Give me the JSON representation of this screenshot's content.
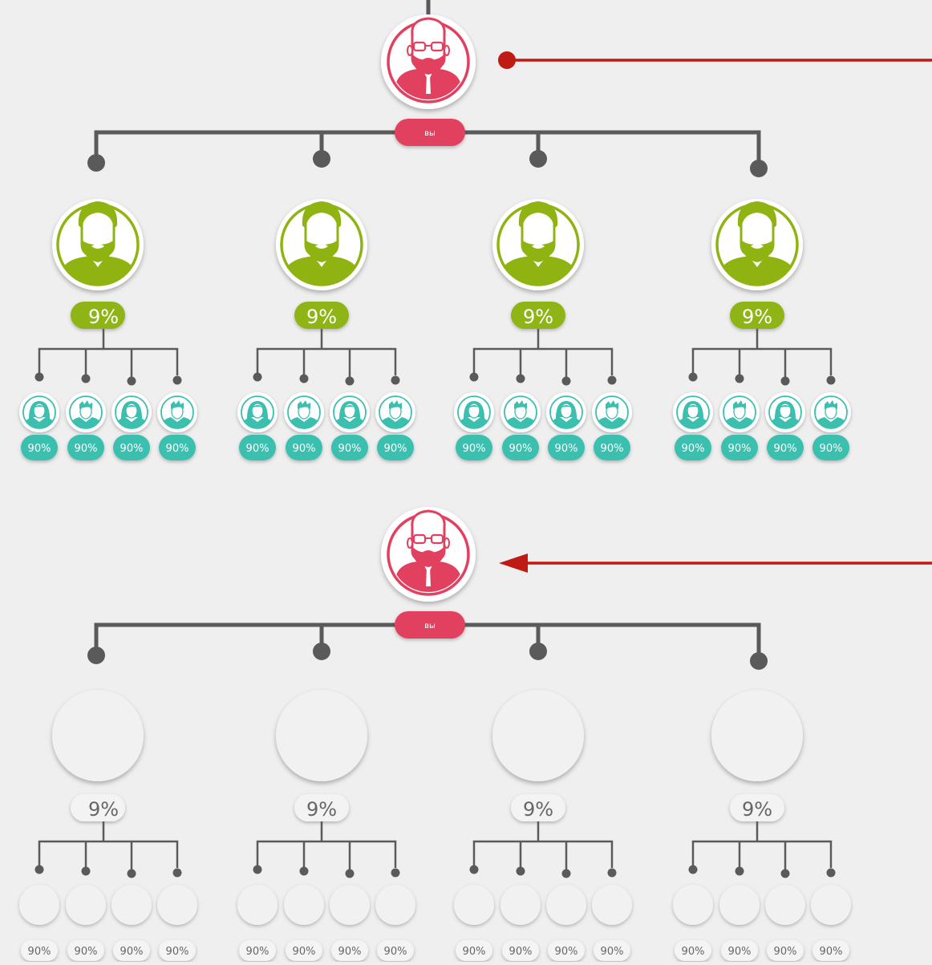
{
  "colors": {
    "background": "#efefef",
    "connector": "#5a5a5a",
    "root": "#e2405f",
    "level1": "#8fb412",
    "level2": "#3bbfae",
    "arrow": "#bf1b14",
    "empty_fill": "#f1f1f1",
    "empty_text": "#666666"
  },
  "trees": [
    {
      "state": "filled",
      "root": {
        "label": "вы",
        "icon": "bearded-man-with-glasses-icon"
      },
      "connector": {
        "type": "outgoing-dot-line",
        "color": "#bf1b14"
      },
      "partners": [
        {
          "percent": "9%",
          "icon": "bearded-man-icon",
          "referrals": [
            {
              "percent": "90%",
              "icon": "woman-icon"
            },
            {
              "percent": "90%",
              "icon": "man-icon"
            },
            {
              "percent": "90%",
              "icon": "woman-icon"
            },
            {
              "percent": "90%",
              "icon": "man-icon"
            }
          ]
        },
        {
          "percent": "9%",
          "icon": "bearded-man-icon",
          "referrals": [
            {
              "percent": "90%",
              "icon": "woman-icon"
            },
            {
              "percent": "90%",
              "icon": "man-icon"
            },
            {
              "percent": "90%",
              "icon": "woman-icon"
            },
            {
              "percent": "90%",
              "icon": "man-icon"
            }
          ]
        },
        {
          "percent": "9%",
          "icon": "bearded-man-icon",
          "referrals": [
            {
              "percent": "90%",
              "icon": "woman-icon"
            },
            {
              "percent": "90%",
              "icon": "man-icon"
            },
            {
              "percent": "90%",
              "icon": "woman-icon"
            },
            {
              "percent": "90%",
              "icon": "man-icon"
            }
          ]
        },
        {
          "percent": "9%",
          "icon": "bearded-man-icon",
          "referrals": [
            {
              "percent": "90%",
              "icon": "woman-icon"
            },
            {
              "percent": "90%",
              "icon": "man-icon"
            },
            {
              "percent": "90%",
              "icon": "woman-icon"
            },
            {
              "percent": "90%",
              "icon": "man-icon"
            }
          ]
        }
      ]
    },
    {
      "state": "empty",
      "root": {
        "label": "вы",
        "icon": "bearded-man-with-glasses-icon"
      },
      "connector": {
        "type": "incoming-arrow",
        "color": "#bf1b14"
      },
      "partners": [
        {
          "percent": "9%",
          "icon": "empty-slot",
          "referrals": [
            {
              "percent": "90%",
              "icon": "empty-slot"
            },
            {
              "percent": "90%",
              "icon": "empty-slot"
            },
            {
              "percent": "90%",
              "icon": "empty-slot"
            },
            {
              "percent": "90%",
              "icon": "empty-slot"
            }
          ]
        },
        {
          "percent": "9%",
          "icon": "empty-slot",
          "referrals": [
            {
              "percent": "90%",
              "icon": "empty-slot"
            },
            {
              "percent": "90%",
              "icon": "empty-slot"
            },
            {
              "percent": "90%",
              "icon": "empty-slot"
            },
            {
              "percent": "90%",
              "icon": "empty-slot"
            }
          ]
        },
        {
          "percent": "9%",
          "icon": "empty-slot",
          "referrals": [
            {
              "percent": "90%",
              "icon": "empty-slot"
            },
            {
              "percent": "90%",
              "icon": "empty-slot"
            },
            {
              "percent": "90%",
              "icon": "empty-slot"
            },
            {
              "percent": "90%",
              "icon": "empty-slot"
            }
          ]
        },
        {
          "percent": "9%",
          "icon": "empty-slot",
          "referrals": [
            {
              "percent": "90%",
              "icon": "empty-slot"
            },
            {
              "percent": "90%",
              "icon": "empty-slot"
            },
            {
              "percent": "90%",
              "icon": "empty-slot"
            },
            {
              "percent": "90%",
              "icon": "empty-slot"
            }
          ]
        }
      ]
    }
  ]
}
